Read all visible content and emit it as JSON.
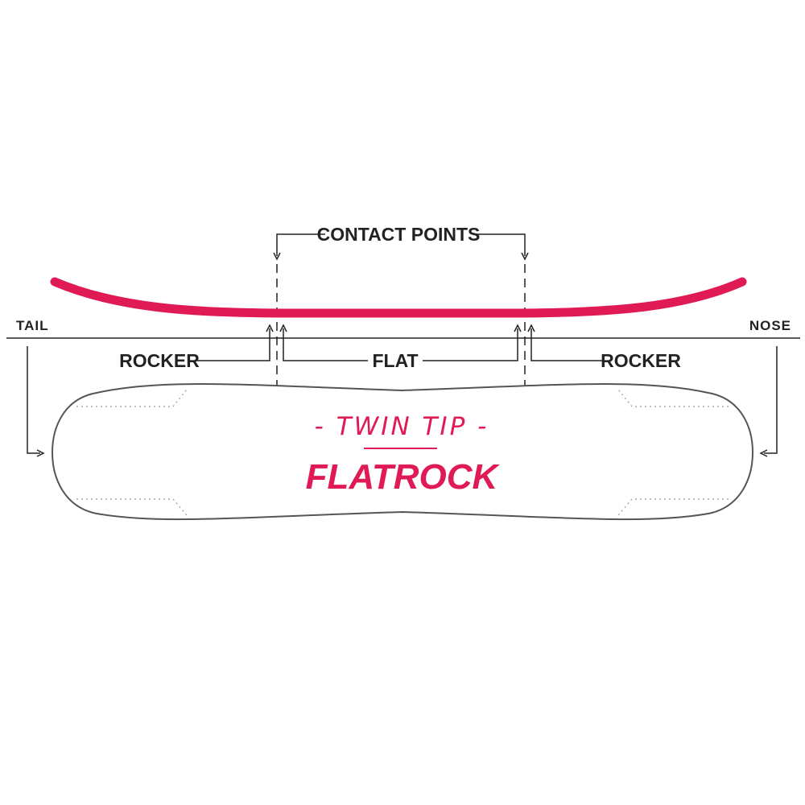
{
  "colors": {
    "accent": "#e01a55",
    "ink": "#222222",
    "outline": "#555555",
    "dotted": "#999999"
  },
  "labels": {
    "contact_points": "CONTACT POINTS",
    "tail": "TAIL",
    "nose": "NOSE",
    "rocker_left": "ROCKER",
    "flat": "FLAT",
    "rocker_right": "ROCKER"
  },
  "board": {
    "shape": "- TWIN TIP -",
    "model": "FLATROCK"
  }
}
